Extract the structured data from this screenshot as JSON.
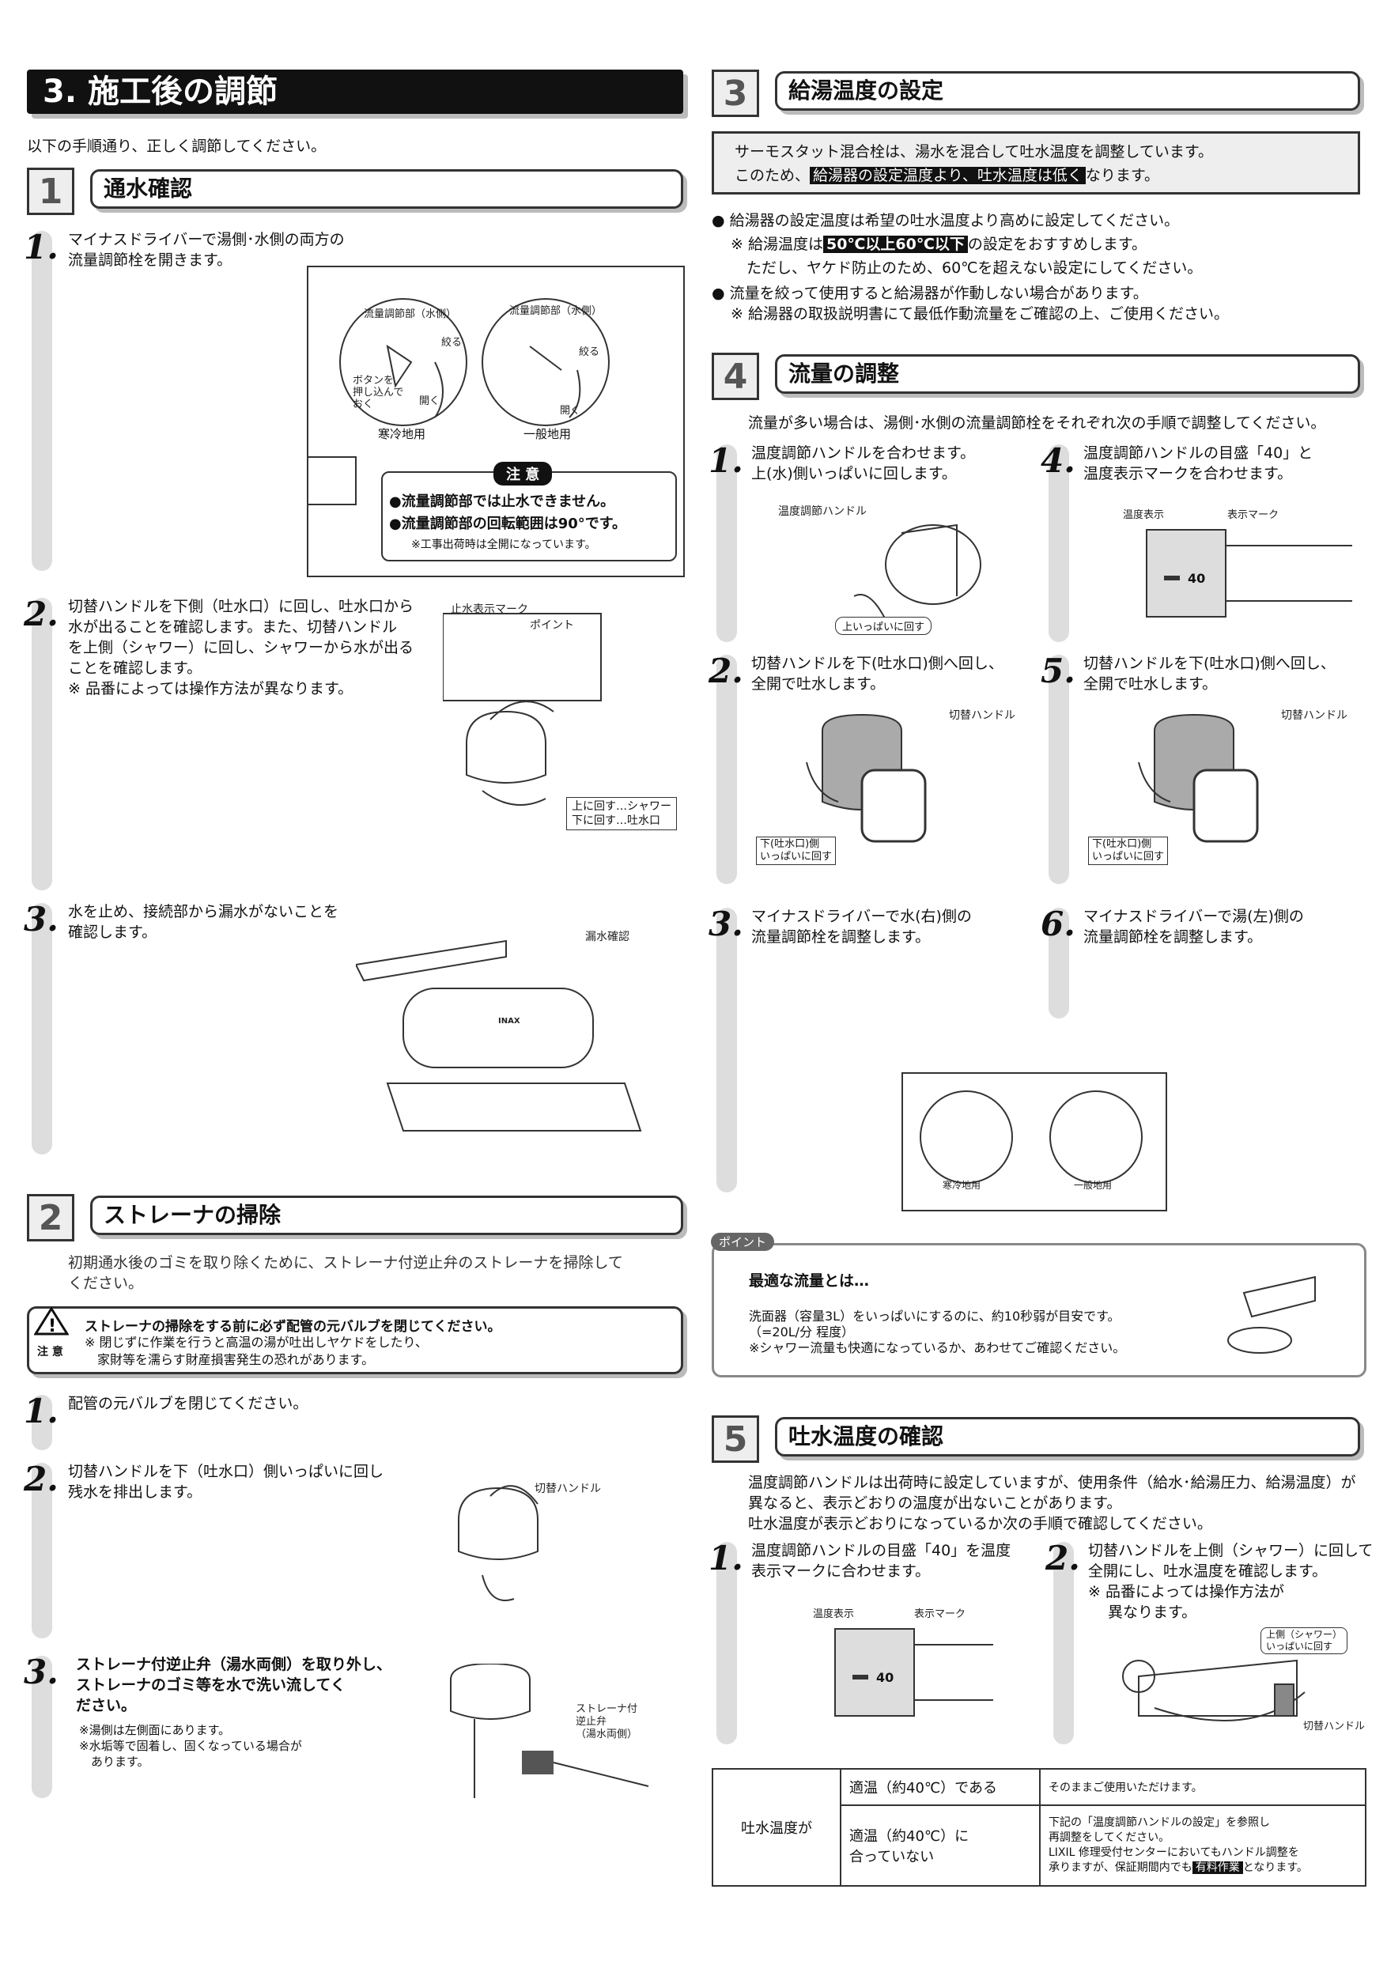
{
  "main_title": "3. 施工後の調節",
  "intro": "以下の手順通り、正しく調節してください。",
  "sec1": {
    "num": "1",
    "title": "通水確認",
    "steps": [
      {
        "n": "1.",
        "text": "マイナスドライバーで湯側･水側の両方の\n流量調節栓を開きます。"
      },
      {
        "n": "2.",
        "text": "切替ハンドルを下側（吐水口）に回し、吐水口から\n水が出ることを確認します。また、切替ハンドル\nを上側（シャワー）に回し、シャワーから水が出る\nことを確認します。\n※ 品番によっては操作方法が異なります。"
      },
      {
        "n": "3.",
        "text": "水を止め、接続部から漏水がないことを\n確認します。"
      }
    ],
    "fig1": {
      "left_label": "流量調節部（水側）",
      "right_label": "流量調節部（水側）",
      "narrow": "絞る",
      "open": "開く",
      "button_note": "ボタンを\n押し込んで\nおく",
      "cold": "寒冷地用",
      "general": "一般地用",
      "caution_title": "注 意",
      "caution_1": "●流量調節部では止水できません。",
      "caution_2": "●流量調節部の回転範囲は90°です。",
      "caution_3": "※工事出荷時は全開になっています。"
    },
    "fig2": {
      "stop_mark": "止水表示マーク",
      "point": "ポイント",
      "legend_1": "上に回す…シャワー",
      "legend_2": "下に回す…吐水口"
    },
    "fig3": {
      "leak": "漏水確認",
      "brand": "INAX"
    }
  },
  "sec2": {
    "num": "2",
    "title": "ストレーナの掃除",
    "desc": "初期通水後のゴミを取り除くために、ストレーナ付逆止弁のストレーナを掃除して\nください。",
    "warn_icon": "!",
    "warn_label": "注 意",
    "warn_title": "ストレーナの掃除をする前に必ず配管の元バルブを閉じてください。",
    "warn_text": "※ 閉じずに作業を行うと高温の湯が吐出しヤケドをしたり、\n　家財等を濡らす財産損害発生の恐れがあります。",
    "steps": [
      {
        "n": "1.",
        "text": "配管の元バルブを閉じてください。"
      },
      {
        "n": "2.",
        "text": "切替ハンドルを下（吐水口）側いっぱいに回し\n残水を排出します。"
      },
      {
        "n": "3.",
        "text": "ストレーナ付逆止弁（湯水両側）を取り外し、\nストレーナのゴミ等を水で洗い流してく\nださい。",
        "note": "※湯側は左側面にあります。\n※水垢等で固着し、固くなっている場合が\n　あります。"
      }
    ],
    "fig_handle": "切替ハンドル",
    "fig_strainer": "ストレーナ付\n逆止弁\n（湯水両側）"
  },
  "sec3": {
    "num": "3",
    "title": "給湯温度の設定",
    "box_line1": "サーモスタット混合栓は、湯水を混合して吐水温度を調整しています。",
    "box_line2_pre": "このため、",
    "box_line2_hl": "給湯器の設定温度より、吐水温度は低く",
    "box_line2_post": "なります。",
    "b1": "● 給湯器の設定温度は希望の吐水温度より高めに設定してください。",
    "b1_sub_pre": "※ 給湯温度は",
    "b1_sub_hl": "50℃以上60℃以下",
    "b1_sub_post": "の設定をおすすめします。",
    "b1_sub2": "ただし、ヤケド防止のため、60℃を超えない設定にしてください。",
    "b2": "● 流量を絞って使用すると給湯器が作動しない場合があります。",
    "b2_sub": "※ 給湯器の取扱説明書にて最低作動流量をご確認の上、ご使用ください。"
  },
  "sec4": {
    "num": "4",
    "title": "流量の調整",
    "desc": "流量が多い場合は、湯側･水側の流量調節栓をそれぞれ次の手順で調整してください。",
    "steps": [
      {
        "n": "1.",
        "text": "温度調節ハンドルを合わせます。\n上(水)側いっぱいに回します。"
      },
      {
        "n": "2.",
        "text": "切替ハンドルを下(吐水口)側へ回し、\n全開で吐水します。"
      },
      {
        "n": "3.",
        "text": "マイナスドライバーで水(右)側の\n流量調節栓を調整します。"
      },
      {
        "n": "4.",
        "text": "温度調節ハンドルの目盛「40」と\n温度表示マークを合わせます。"
      },
      {
        "n": "5.",
        "text": "切替ハンドルを下(吐水口)側へ回し、\n全開で吐水します。"
      },
      {
        "n": "6.",
        "text": "マイナスドライバーで湯(左)側の\n流量調節栓を調整します。"
      }
    ],
    "temp_handle": "温度調節ハンドル",
    "up_full": "上いっぱいに回す",
    "temp_display": "温度表示",
    "display_mark": "表示マーク",
    "scale": "40",
    "switch_handle": "切替ハンドル",
    "down_full": "下(吐水口)側\nいっぱいに回す",
    "cold": "寒冷地用",
    "general": "一般地用",
    "point_tag": "ポイント",
    "point_title": "最適な流量とは…",
    "point_text": "洗面器（容量3L）をいっぱいにするのに、約10秒弱が目安です。\n（=20L/分 程度）\n※シャワー流量も快適になっているか、あわせてご確認ください。"
  },
  "sec5": {
    "num": "5",
    "title": "吐水温度の確認",
    "desc": "温度調節ハンドルは出荷時に設定していますが、使用条件（給水･給湯圧力、給湯温度）が\n異なると、表示どおりの温度が出ないことがあります。\n吐水温度が表示どおりになっているか次の手順で確認してください。",
    "steps": [
      {
        "n": "1.",
        "text": "温度調節ハンドルの目盛「40」を温度\n表示マークに合わせます。"
      },
      {
        "n": "2.",
        "text": "切替ハンドルを上側（シャワー）に回して\n全開にし、吐水温度を確認します。\n※ 品番によっては操作方法が\n　 異なります。"
      }
    ],
    "temp_display": "温度表示",
    "display_mark": "表示マーク",
    "scale": "40",
    "up_shower": "上側（シャワー）\nいっぱいに回す",
    "switch_handle": "切替ハンドル",
    "table": {
      "row_label": "吐水温度が",
      "r1_cond": "適温（約40℃）である",
      "r1_act": "そのままご使用いただけます。",
      "r2_cond": "適温（約40℃）に\n合っていない",
      "r2_act_pre": "下記の「温度調節ハンドルの設定」を参照し\n再調整をしてください。\nLIXIL 修理受付センターにおいてもハンドル調整を\n承りますが、保証期間内でも",
      "r2_act_hl": "有料作業",
      "r2_act_post": "となります。"
    }
  }
}
